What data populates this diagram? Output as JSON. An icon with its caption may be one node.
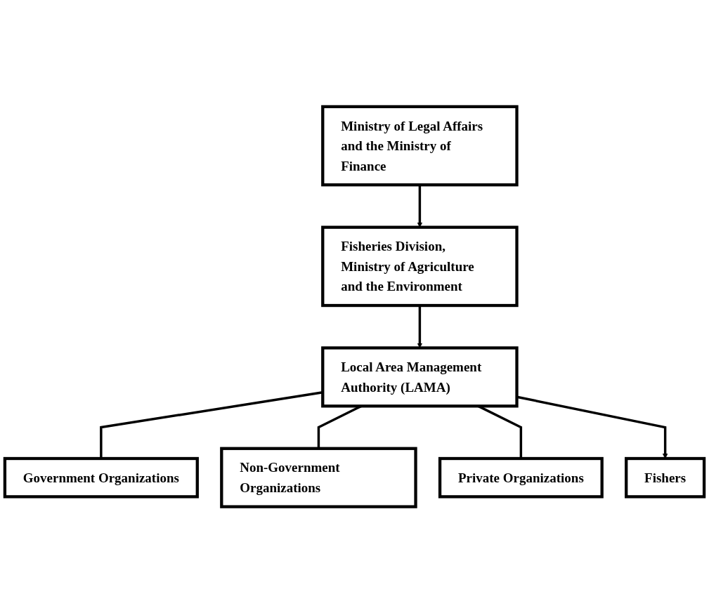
{
  "diagram": {
    "nodes": [
      {
        "text": [
          "Ministry of Legal Affairs and the Ministry of Finance"
        ]
      },
      {
        "text": [
          "Fisheries Division, Ministry of Agriculture and the Environment"
        ]
      },
      {
        "text": [
          "Local Area Management Authority (LAMA)"
        ]
      },
      {
        "text": [
          "Government Organizations"
        ]
      },
      {
        "text": [
          "Non-Government Organizations"
        ]
      },
      {
        "text": [
          "Private Organizations"
        ]
      },
      {
        "text": [
          "Fishers"
        ]
      }
    ],
    "edges": [
      {
        "from": 0,
        "to": 1,
        "arrow": "to"
      },
      {
        "from": 1,
        "to": 2,
        "arrow": "to"
      },
      {
        "from": 2,
        "to": 3,
        "arrow": "none"
      },
      {
        "from": 2,
        "to": 4,
        "arrow": "none"
      },
      {
        "from": 2,
        "to": 5,
        "arrow": "none"
      },
      {
        "from": 2,
        "to": 6,
        "arrow": "to"
      }
    ]
  }
}
